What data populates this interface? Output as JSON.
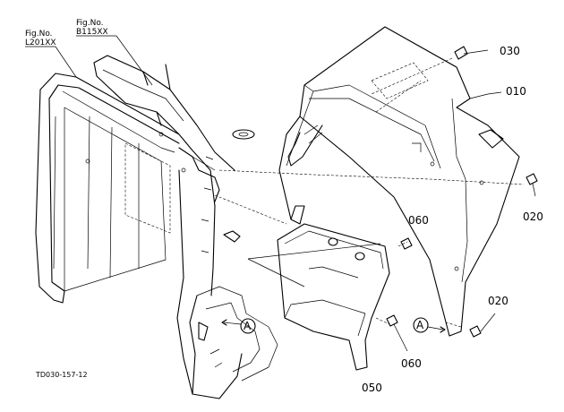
{
  "fig_refs": [
    {
      "label": "Fig.No.",
      "number": "L201XX"
    },
    {
      "label": "Fig.No.",
      "number": "B115XX"
    }
  ],
  "callouts": {
    "p030": "030",
    "p010": "010",
    "p020a": "020",
    "p060a": "060",
    "p020b": "020",
    "p060b": "060",
    "p050": "050"
  },
  "markers": {
    "a1": "A",
    "a2": "A"
  },
  "drawing_code": "TD030-157-12"
}
